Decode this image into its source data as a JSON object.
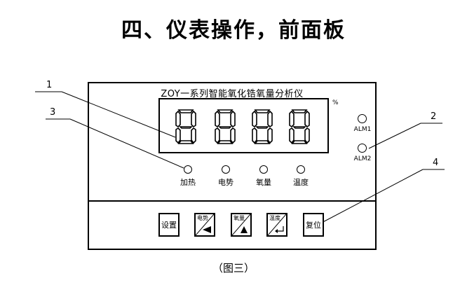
{
  "title": "四、仪表操作，前面板",
  "caption": "（图三）",
  "panel": {
    "model": "ZOY一系列智能氧化锆氧量分析仪",
    "unit_symbol": "%",
    "indicators": [
      "加热",
      "电势",
      "氧量",
      "温度"
    ],
    "alarms": [
      "ALM1",
      "ALM2"
    ]
  },
  "buttons": {
    "setup": "设置",
    "emf": "电势",
    "oxygen": "氧量",
    "temperature": "温度",
    "reset": "复位"
  },
  "callouts": [
    "1",
    "2",
    "3",
    "4"
  ]
}
